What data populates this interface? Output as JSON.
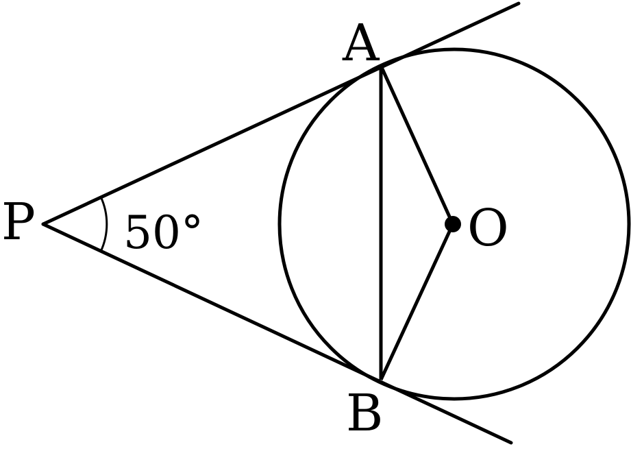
{
  "labels": {
    "point_a": "A",
    "point_b": "B",
    "point_p": "P",
    "point_o": "O",
    "angle": "50°"
  },
  "colors": {
    "stroke": "#000000",
    "background": "#ffffff"
  }
}
